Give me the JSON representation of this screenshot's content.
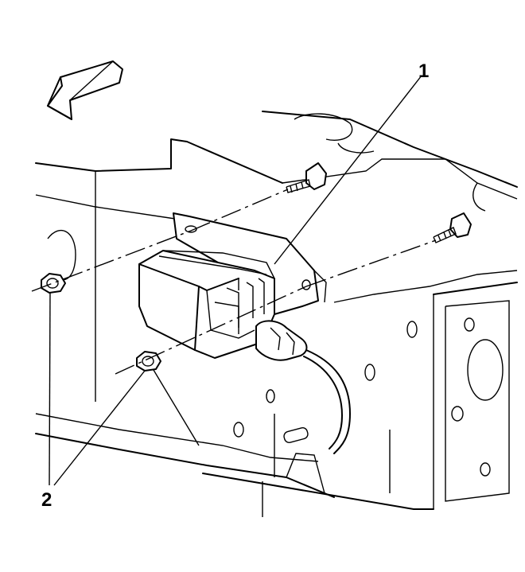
{
  "callouts": [
    {
      "id": "1",
      "label": "1"
    },
    {
      "id": "2",
      "label": "2"
    }
  ],
  "icons": {
    "direction_arrow": "forward-direction-arrow-icon"
  }
}
